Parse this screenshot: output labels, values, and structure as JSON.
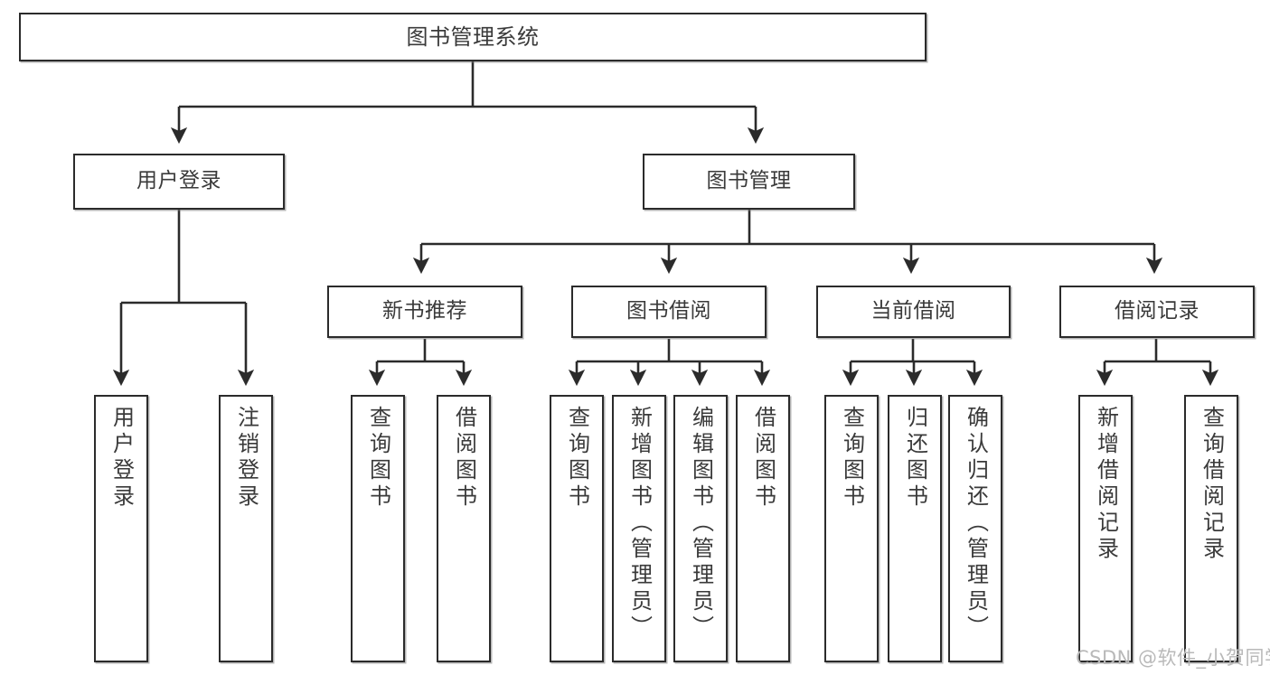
{
  "diagram": {
    "type": "tree",
    "title": "图书管理系统",
    "nodes": {
      "root": {
        "label": "图书管理系统"
      },
      "level1": [
        {
          "id": "user-login",
          "label": "用户登录"
        },
        {
          "id": "book-manage",
          "label": "图书管理"
        }
      ],
      "level2": [
        {
          "id": "new-book-recommend",
          "label": "新书推荐",
          "parent": "book-manage"
        },
        {
          "id": "book-borrow",
          "label": "图书借阅",
          "parent": "book-manage"
        },
        {
          "id": "current-borrow",
          "label": "当前借阅",
          "parent": "book-manage"
        },
        {
          "id": "borrow-record",
          "label": "借阅记录",
          "parent": "book-manage"
        }
      ],
      "leaves": [
        {
          "id": "leaf-user-login",
          "label": "用户登录",
          "parent": "user-login"
        },
        {
          "id": "leaf-logout",
          "label": "注销登录",
          "parent": "user-login"
        },
        {
          "id": "leaf-query-book-1",
          "label": "查询图书",
          "parent": "new-book-recommend"
        },
        {
          "id": "leaf-borrow-book-1",
          "label": "借阅图书",
          "parent": "new-book-recommend"
        },
        {
          "id": "leaf-query-book-2",
          "label": "查询图书",
          "parent": "book-borrow"
        },
        {
          "id": "leaf-add-book",
          "label": "新增图书（管理员）",
          "parent": "book-borrow"
        },
        {
          "id": "leaf-edit-book",
          "label": "编辑图书（管理员）",
          "parent": "book-borrow"
        },
        {
          "id": "leaf-borrow-book-2",
          "label": "借阅图书",
          "parent": "book-borrow"
        },
        {
          "id": "leaf-query-book-3",
          "label": "查询图书",
          "parent": "current-borrow"
        },
        {
          "id": "leaf-return-book",
          "label": "归还图书",
          "parent": "current-borrow"
        },
        {
          "id": "leaf-confirm-return",
          "label": "确认归还（管理员）",
          "parent": "current-borrow"
        },
        {
          "id": "leaf-add-record",
          "label": "新增借阅记录",
          "parent": "borrow-record"
        },
        {
          "id": "leaf-query-record",
          "label": "查询借阅记录",
          "parent": "borrow-record"
        }
      ]
    },
    "colors": {
      "border": "#2b2b2b",
      "text": "#3a3a3a",
      "background": "#ffffff",
      "watermark": "#b9b9b9"
    }
  },
  "watermark": {
    "text": "CSDN @软件_小贺同学"
  }
}
